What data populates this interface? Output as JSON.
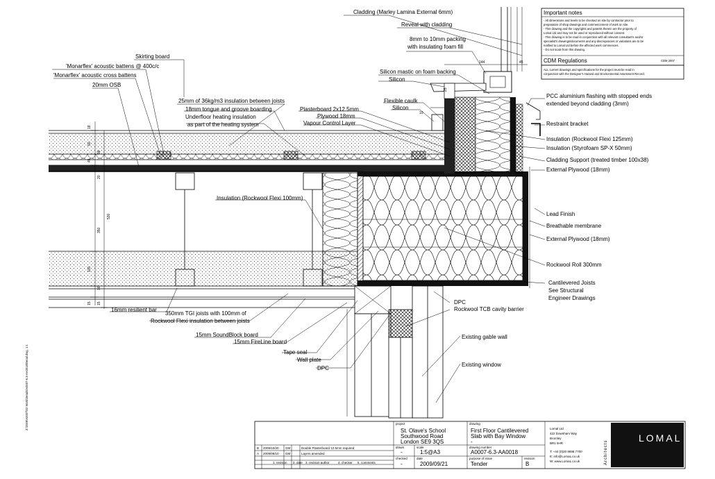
{
  "labels": {
    "cladding": "Cladding (Marley Lamina External 6mm)",
    "reveal": "Reveal with cladding",
    "packing1": "8mm to 10mm packing",
    "packing2": "with insulating foam fill",
    "silicon_mastic": "Silicon mastic on foam backing",
    "silicon1": "Silicon",
    "flexible_caulk": "Flexible caulk",
    "silicon2": "Silicon",
    "skirting": "Skirting board",
    "monarflex_battens": "'Monarflex' acoustic battens @ 400c/c",
    "monarflex_cross": "'Monarflex' acoustic cross battens",
    "osb": "20mm OSB",
    "insulation_25": "25mm of 36kg/m3 insulation between joists",
    "tongue_groove": "18mm tongue and groove boarding",
    "underfloor1": "Underfloor heating insulation",
    "underfloor2": "as part of the heating system",
    "plasterboard": "Plasterboard 2x12.5mm",
    "plywood18": "Plywood 18mm",
    "vcl": "Vapour Control Layer",
    "pcc1": "PCC aluminium flashing  with stopped ends",
    "pcc2": "extended beyond cladding (3mm)",
    "restraint": "Restraint bracket",
    "ins_flexi125": "Insulation (Rockwool Flexi 125mm)",
    "ins_styrofoam": "Insulation (Styrofoam SP-X 50mm)",
    "cladding_support": "Cladding Support (treated timber 100x38)",
    "ext_ply1": "External Plywood (18mm)",
    "ins_flexi100": "Insulation (Rockwool Flexi 100mm)",
    "lead": "Lead Finish",
    "breathable": "Breathable membrane",
    "ext_ply2": "External Plywood (18mm)",
    "rockwool_roll": "Rockwool Roll 300mm",
    "cant1": "Cantilevered Joists",
    "cant2": "See Structural",
    "cant3": "Engineer Drawings",
    "dpc1": "DPC",
    "rockwool_tcb": "Rockwool TCB cavity barrier",
    "resilient": "16mm resilient bar",
    "tgi1": "350mm TGI joists with 100mm of",
    "tgi2": "Rockwool Flexi insulation between joists",
    "soundblock": "15mm SoundBlock board",
    "fireline": "15mm FireLine board",
    "tape": "Tape seal",
    "wallplate": "Wall plate",
    "dpc2": "DPC",
    "gable": "Existing gable wall",
    "window": "Existing window"
  },
  "dims": {
    "d144": "144",
    "d45": "45",
    "d25": "25",
    "d10": "10",
    "d18": "18",
    "d50": "50",
    "d96": "96",
    "d45b": "45",
    "d20": "20",
    "d530": "530",
    "d350": "350",
    "d100": "100",
    "d16": "16",
    "d15a": "15",
    "d15b": "15"
  },
  "notes": {
    "title": "Important notes",
    "lines": [
      "- All dimensions and levels to be checked on site by contractor prior to",
      "preparation of shop drawings and commencement of work on site.",
      "- This drawing and the copyrights and patents therein are the property of",
      "Lomal Ltd and may not be used or reproduced without consent.",
      "- This drawing is to be read in conjunction with all relevant consultant's and/or",
      "specialist's drawings/documents and any discrepancies or variations are to be",
      "notified to Lomal Ltd before the affected work commences.",
      "- Do not scale from this drawing."
    ],
    "cdm_title": "CDM Regulations",
    "cdm_year": "CDM 2007",
    "cdm_lines": [
      "ALL current drawings and specifications for the project must be read in",
      "conjunction with the Designer's Hazard and Environmental Assesment Record."
    ]
  },
  "side_text": "Z:\\2009\\A0007\\02 Work\\Details\\A0007-6.3-AA0018\\Detail.dwg, 1:1",
  "title_block": {
    "revisions": [
      {
        "rev": "B",
        "date": "2009/10/20",
        "author": "GM",
        "checker": "",
        "comment": "Double Plasterboard 12.5mm required"
      },
      {
        "rev": "A",
        "date": "2009/08/10",
        "author": "GM",
        "checker": "",
        "comment": "Layers amended"
      }
    ],
    "rev_headers": [
      "1. revision",
      "2. date",
      "3. revision author",
      "4. checker",
      "5. comments"
    ],
    "project_label": "project",
    "project": [
      "St. Olave's School",
      "Southwood Road",
      "London SE9 3QS"
    ],
    "drawn_label": "drawn",
    "drawn": "-",
    "scale_label": "scale",
    "scale": "1:5@A3",
    "checked_label": "checked",
    "checked": "-",
    "date_label": "date",
    "date": "2009/09/21",
    "drawing_label": "drawing",
    "drawing": [
      "First Floor Cantilevered",
      "Slab with Bay Window",
      "-"
    ],
    "drawing_number_label": "drawing number",
    "drawing_number": "A0007-6.3-AA0018",
    "purpose_label": "purpose of issue",
    "purpose": "Tender",
    "revision_label": "revision",
    "revision": "B",
    "company": [
      "Lomal Ltd",
      "422 Downham Way",
      "Bromley",
      "BR1 5HR"
    ],
    "contact": [
      "T:  +44 (0)20 8698 7700",
      "E:  info@LomaL.co.uk",
      "W: www.LomaL.co.uk"
    ],
    "architects": "Architects",
    "logo": "LOMAL"
  }
}
